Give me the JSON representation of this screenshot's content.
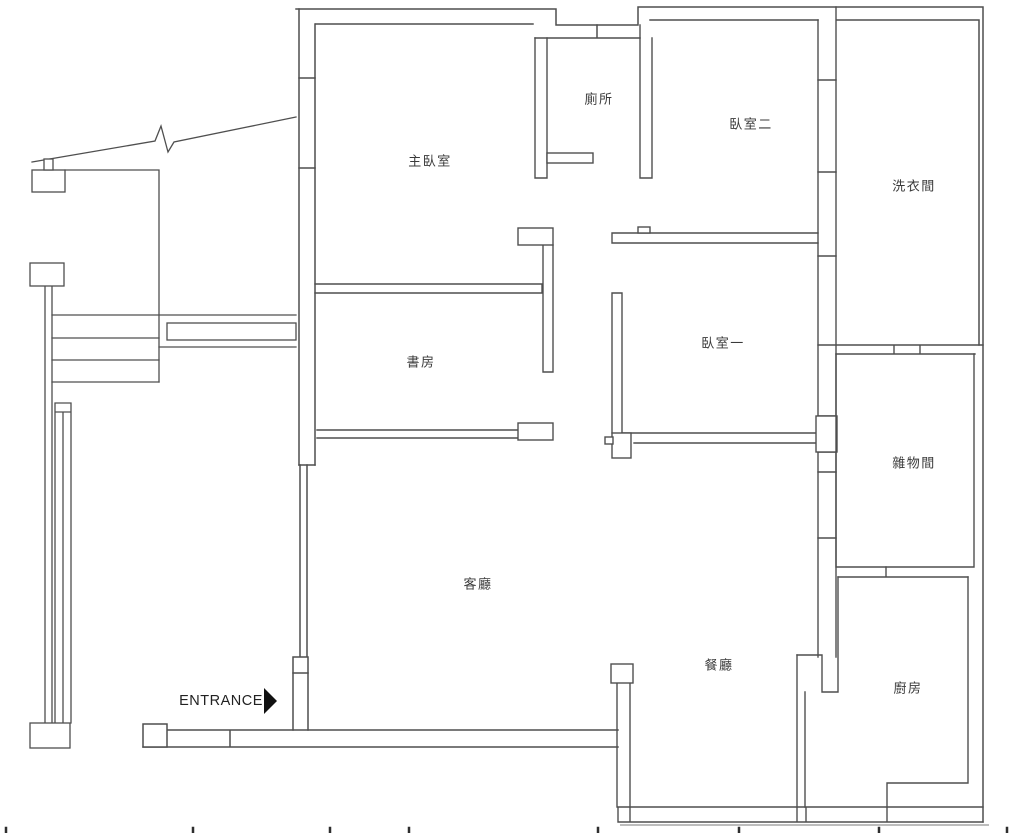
{
  "drawing": {
    "type": "apartment-floor-plan",
    "language": "zh-TW"
  },
  "rooms": [
    {
      "id": "master-bedroom",
      "label": "主臥室"
    },
    {
      "id": "toilet",
      "label": "廁所"
    },
    {
      "id": "bedroom-2",
      "label": "臥室二"
    },
    {
      "id": "laundry-room",
      "label": "洗衣間"
    },
    {
      "id": "study",
      "label": "書房"
    },
    {
      "id": "bedroom-1",
      "label": "臥室一"
    },
    {
      "id": "storage-room",
      "label": "雜物間"
    },
    {
      "id": "living-room",
      "label": "客廳"
    },
    {
      "id": "dining-room",
      "label": "餐廳"
    },
    {
      "id": "kitchen",
      "label": "廚房"
    }
  ],
  "entrance": {
    "label": "ENTRANCE",
    "arrow_direction": "right"
  },
  "colors": {
    "wall": "#4f4f4f",
    "text": "#3a3a3a",
    "arrow": "#111111",
    "background": "#ffffff",
    "shadow": "#bdbdbd"
  }
}
